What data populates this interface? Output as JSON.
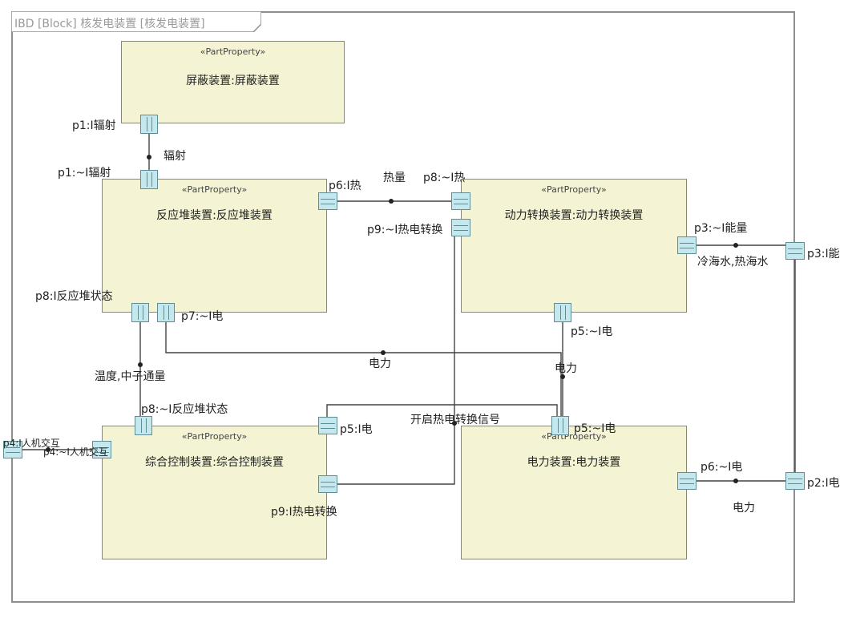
{
  "frame": {
    "title": "IBD [Block] 核发电装置 [核发电装置]",
    "stroke_color": "#8e8e8e"
  },
  "colors": {
    "part_fill": "#f4f4d4",
    "part_border": "#8a8a6a",
    "port_fill": "#c4e8ee",
    "port_border": "#5f8d95",
    "wire": "#444444"
  },
  "parts": {
    "shield": {
      "stereotype": "«PartProperty»",
      "name": "屏蔽装置:屏蔽装置"
    },
    "reactor": {
      "stereotype": "«PartProperty»",
      "name": "反应堆装置:反应堆装置"
    },
    "power_conversion": {
      "stereotype": "«PartProperty»",
      "name": "动力转换装置:动力转换装置"
    },
    "control": {
      "stereotype": "«PartProperty»",
      "name": "综合控制装置:综合控制装置"
    },
    "electric": {
      "stereotype": "«PartProperty»",
      "name": "电力装置:电力装置"
    }
  },
  "ports": {
    "shield_p1": "p1:I辐射",
    "reactor_p1": "p1:~I辐射",
    "reactor_p6": "p6:I热",
    "reactor_p8": "p8:I反应堆状态",
    "reactor_p7": "p7:~I电",
    "power_p8": "p8:~I热",
    "power_p9": "p9:~I热电转换",
    "power_p3": "p3:~I能量",
    "power_p5": "p5:~I电",
    "frame_p3": "p3:I能",
    "control_p8": "p8:~I反应堆状态",
    "control_p5": "p5:I电",
    "control_p9": "p9:I热电转换",
    "control_p4": "p4:~I人机交互",
    "frame_p4": "p4:I人机交互",
    "electric_p5": "p5:~I电",
    "electric_p6": "p6:~I电",
    "frame_p2": "p2:I电"
  },
  "flows": {
    "radiation": "辐射",
    "heat": "热量",
    "seawater": "冷海水,热海水",
    "temp_neutron": "温度,中子通量",
    "power_a": "电力",
    "power_b": "电力",
    "power_out": "电力",
    "conversion_signal": "开启热电转换信号"
  }
}
